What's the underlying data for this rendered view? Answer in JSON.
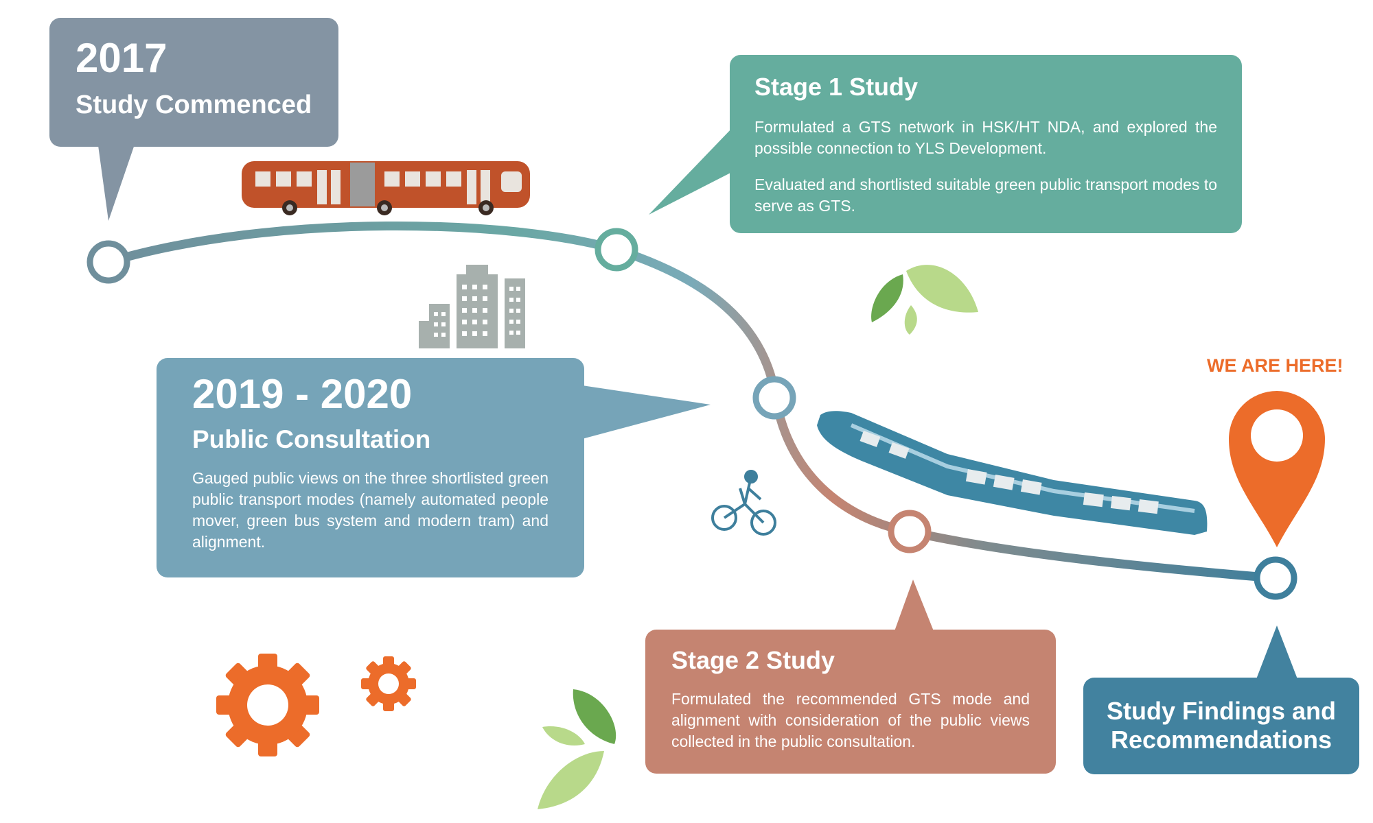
{
  "milestones": {
    "m2017": {
      "year": "2017",
      "title": "Study Commenced"
    },
    "stage1": {
      "title": "Stage 1 Study",
      "paragraphs": [
        "Formulated a GTS network in HSK/HT NDA, and explored the possible connection to YLS Development.",
        "Evaluated and shortlisted suitable green public transport modes to serve as GTS."
      ]
    },
    "consultation": {
      "year": "2019 - 2020",
      "title": "Public Consultation",
      "body": "Gauged public views on the three shortlisted green public transport modes (namely automated people mover, green bus system and modern tram) and alignment."
    },
    "stage2": {
      "title": "Stage 2 Study",
      "body": "Formulated the recommended GTS mode and alignment with consideration of the public views collected in the public consultation."
    },
    "findings": {
      "title": "Study Findings and Recommendations"
    }
  },
  "marker": {
    "label": "WE ARE HERE!",
    "icon": "location-pin-icon"
  },
  "colors": {
    "slate": "#8494a3",
    "teal": "#65ad9e",
    "steel_blue": "#76a4b8",
    "terracotta": "#c58471",
    "dark_blue": "#42829f",
    "orange": "#ec6c2a",
    "building_grey": "#a7b0ad",
    "leaf_green": "#6aa84f",
    "leaf_light": "#b8d98a"
  },
  "icons": [
    "articulated-bus-icon",
    "buildings-icon",
    "leaves-icon",
    "cyclist-icon",
    "tram-icon",
    "gear-icon",
    "location-pin-icon"
  ]
}
